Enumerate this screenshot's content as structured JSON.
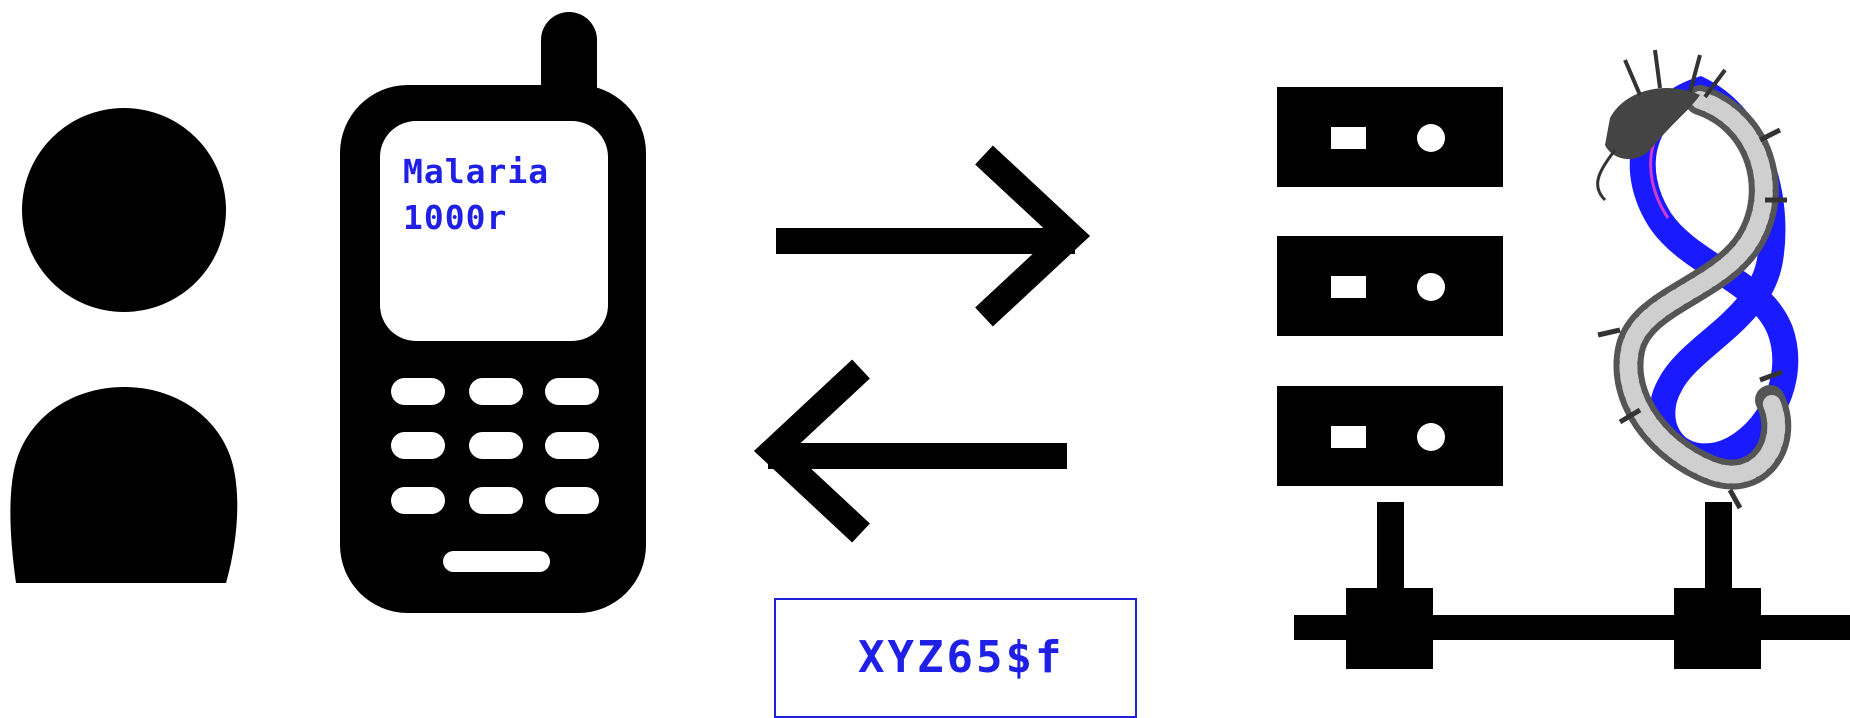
{
  "phone": {
    "screen_line1": "Malaria",
    "screen_line2": "1000r"
  },
  "code_box": {
    "code": "XYZ65$f"
  },
  "colors": {
    "ink": "#000000",
    "screen_text": "#1f1fe6",
    "box_border": "#2020d8",
    "dragon_band": "#1a1aff"
  },
  "icons": [
    "user-icon",
    "mobile-phone-icon",
    "arrow-right-icon",
    "arrow-left-icon",
    "server-rack-icon",
    "dragon-icon",
    "network-bus-icon"
  ]
}
